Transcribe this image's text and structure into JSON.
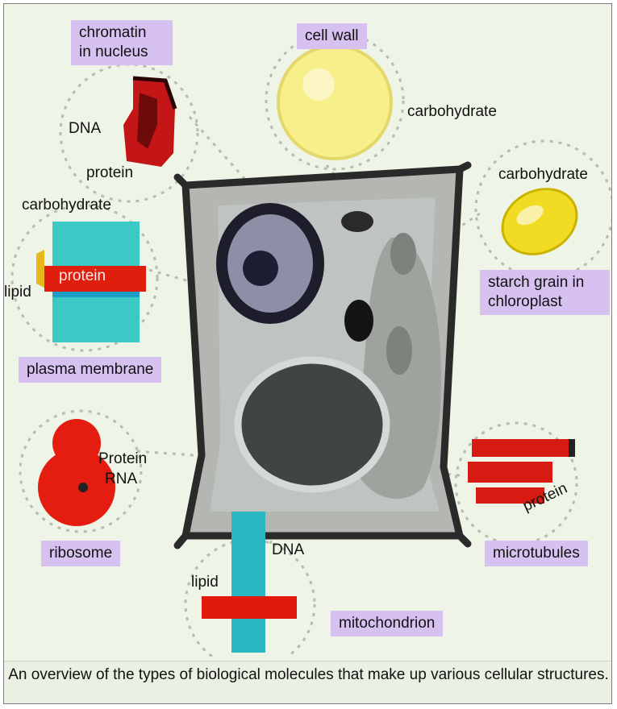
{
  "structures": {
    "nucleus": {
      "name": "chromatin in nucleus",
      "molecules": [
        "DNA",
        "protein"
      ]
    },
    "cell_wall": {
      "name": "cell wall",
      "molecules": [
        "carbohydrate"
      ]
    },
    "chloroplast": {
      "name": "starch grain in chloroplast",
      "molecules": [
        "carbohydrate"
      ]
    },
    "plasma_membrane": {
      "name": "plasma membrane",
      "molecules": [
        "carbohydrate",
        "protein",
        "lipid"
      ]
    },
    "ribosome": {
      "name": "ribosome",
      "molecules": [
        "Protein",
        "RNA"
      ]
    },
    "microtubules": {
      "name": "microtubules",
      "molecules": [
        "protein"
      ]
    },
    "mitochondrion": {
      "name": "mitochondrion",
      "molecules": [
        "DNA",
        "lipid"
      ]
    }
  },
  "tag_lines": {
    "nucleus": [
      "chromatin",
      "in nucleus"
    ],
    "chloroplast": [
      "starch grain in",
      "chloroplast"
    ]
  },
  "caption": "An overview of the types of biological molecules that make up various cellular structures."
}
